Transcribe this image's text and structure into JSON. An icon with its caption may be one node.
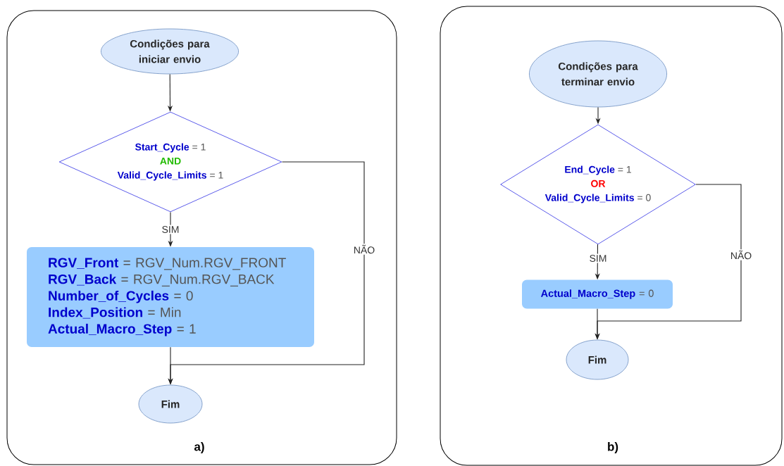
{
  "diagram": {
    "nodes": [
      {
        "text": [
          "a)"
        ]
      },
      {
        "text": [
          "Condições para iniciar envio"
        ],
        "in": 0
      },
      {
        "text": [
          "**Start_Cycle** = 1",
          "AND",
          "**Valid_Cycle_Limits** = 1"
        ],
        "in": 0
      },
      {
        "text": [
          "**RGV_Front** = RGV_Num.RGV_FRONT",
          "**RGV_Back** = RGV_Num.RGV_BACK",
          "**Number_of_Cycles** = 0",
          "**Index_Position** = Min",
          "**Actual_Macro_Step** = 1"
        ],
        "in": 0
      },
      {
        "text": [
          "Fim"
        ],
        "in": 0
      },
      {
        "text": [
          "b)"
        ]
      },
      {
        "text": [
          "Condições para terminar envio"
        ],
        "in": 5
      },
      {
        "text": [
          "**End_Cycle** = 1",
          "OR",
          "**Valid_Cycle_Limits** = 0"
        ],
        "in": 5
      },
      {
        "text": [
          "**Actual_Macro_Step** = 0"
        ],
        "in": 5
      },
      {
        "text": [
          "Fim"
        ],
        "in": 5
      }
    ],
    "edges": [
      {
        "from": 1,
        "to": 2,
        "arrow": "to"
      },
      {
        "from": 2,
        "to": 3,
        "arrow": "to",
        "label": "SIM"
      },
      {
        "from": 3,
        "to": 4,
        "arrow": "to"
      },
      {
        "from": 2,
        "to": 4,
        "arrow": "to",
        "label": "NÃO"
      },
      {
        "from": 6,
        "to": 7,
        "arrow": "to"
      },
      {
        "from": 7,
        "to": 8,
        "arrow": "to",
        "label": "SIM"
      },
      {
        "from": 8,
        "to": 9,
        "arrow": "to"
      },
      {
        "from": 7,
        "to": 9,
        "arrow": "to",
        "label": "NÃO"
      }
    ]
  }
}
